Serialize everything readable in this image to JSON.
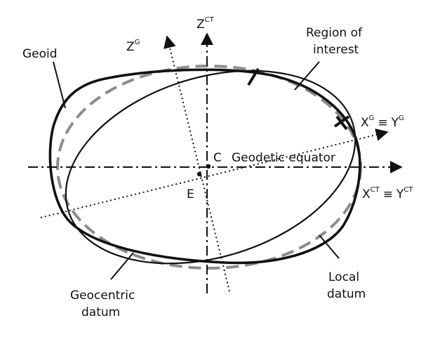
{
  "labels": {
    "geoid": "Geoid",
    "region_line1": "Region of",
    "region_line2": "interest",
    "z_ct_base": "Z",
    "z_ct_sup": "CT",
    "z_g_base": "Z",
    "z_g_sup": "G",
    "x_g_base": "X",
    "x_g_sup": "G",
    "equiv": "≡",
    "y_g_base": "Y",
    "y_g_sup": "G",
    "x_ct_base": "X",
    "x_ct_sup": "CT",
    "y_ct_base": "Y",
    "y_ct_sup": "CT",
    "c_point": "C",
    "e_point": "E",
    "geodetic_equator": "Geodetic equator",
    "geocentric_line1": "Geocentric",
    "geocentric_line2": "datum",
    "local_line1": "Local",
    "local_line2": "datum"
  },
  "colors": {
    "ink": "#111111",
    "dashed_datum": "#8c8c8c"
  }
}
